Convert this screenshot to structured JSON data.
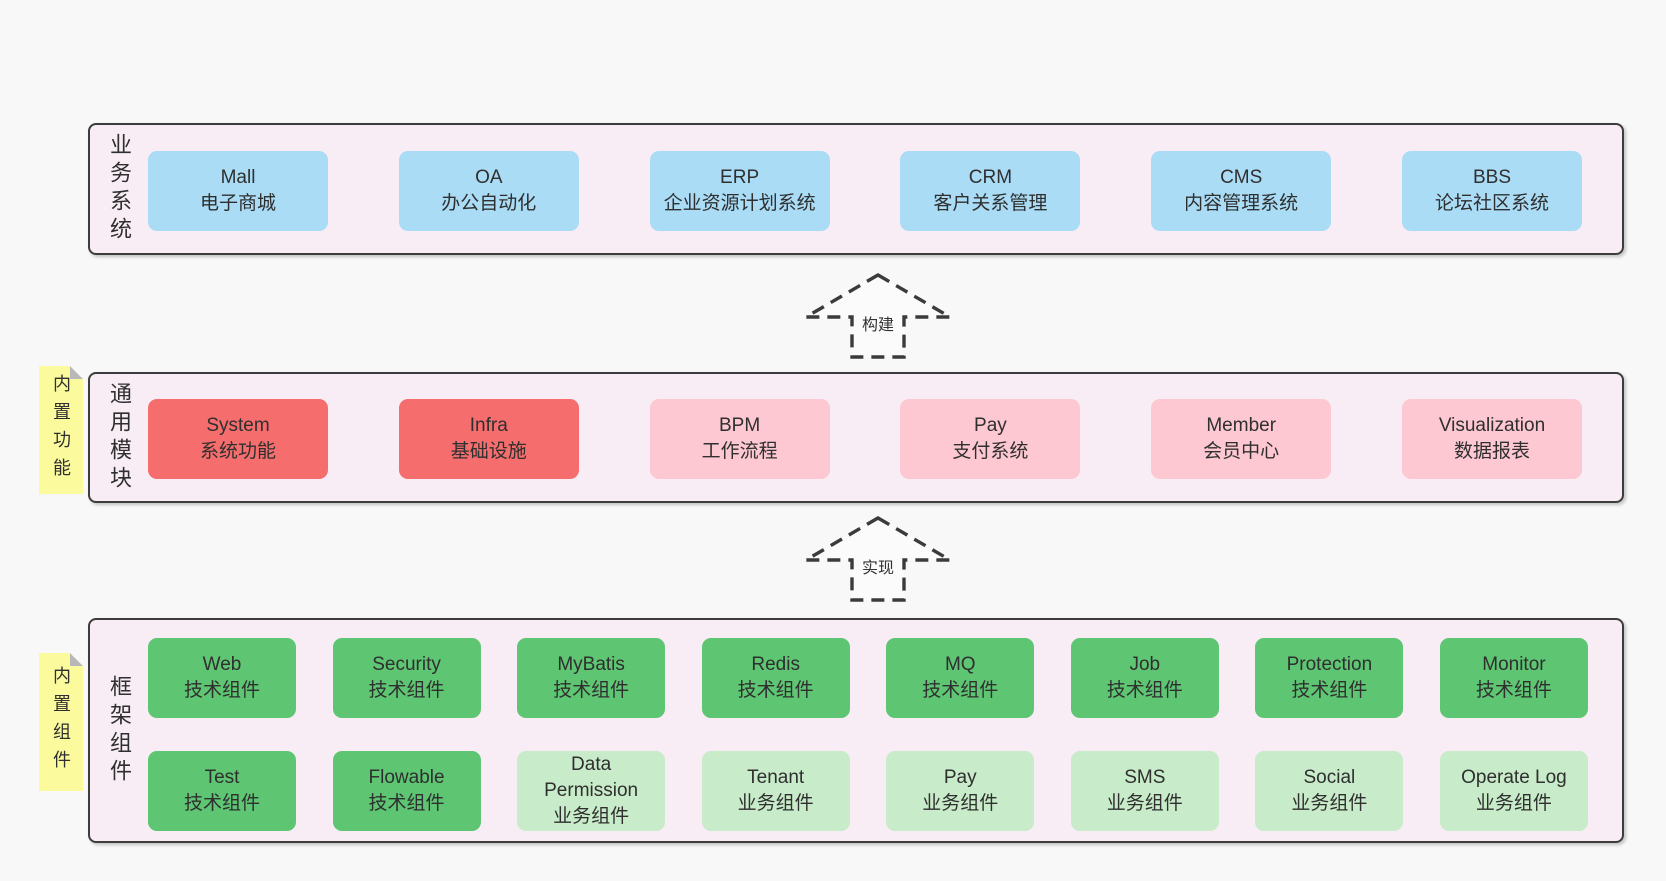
{
  "palette": {
    "page_background": "#f8f8f8",
    "panel_fill": "#f9edf5",
    "panel_border": "#3d3d3d",
    "blue_box": "#aadcf6",
    "red_box": "#f56d6d",
    "pink_box": "#fdc8d2",
    "green_box": "#5ec573",
    "green_light_box": "#c8ebc9",
    "sticky_yellow": "#fbfb9d",
    "sticky_fold_gray": "#b8b8b8",
    "text": "#2f2f2f"
  },
  "arrows": [
    {
      "label": "构建"
    },
    {
      "label": "实现"
    }
  ],
  "sections": {
    "business": {
      "label": "业务系统",
      "boxes": [
        {
          "title": "Mall",
          "subtitle": "电子商城"
        },
        {
          "title": "OA",
          "subtitle": "办公自动化"
        },
        {
          "title": "ERP",
          "subtitle": "企业资源计划系统"
        },
        {
          "title": "CRM",
          "subtitle": "客户关系管理"
        },
        {
          "title": "CMS",
          "subtitle": "内容管理系统"
        },
        {
          "title": "BBS",
          "subtitle": "论坛社区系统"
        }
      ]
    },
    "modules": {
      "label": "通用模块",
      "sticky": "内置功能",
      "boxes": [
        {
          "title": "System",
          "subtitle": "系统功能"
        },
        {
          "title": "Infra",
          "subtitle": "基础设施"
        },
        {
          "title": "BPM",
          "subtitle": "工作流程"
        },
        {
          "title": "Pay",
          "subtitle": "支付系统"
        },
        {
          "title": "Member",
          "subtitle": "会员中心"
        },
        {
          "title": "Visualization",
          "subtitle": "数据报表"
        }
      ]
    },
    "components": {
      "label": "框架组件",
      "sticky": "内置组件",
      "rows": [
        [
          {
            "title": "Web",
            "subtitle": "技术组件"
          },
          {
            "title": "Security",
            "subtitle": "技术组件"
          },
          {
            "title": "MyBatis",
            "subtitle": "技术组件"
          },
          {
            "title": "Redis",
            "subtitle": "技术组件"
          },
          {
            "title": "MQ",
            "subtitle": "技术组件"
          },
          {
            "title": "Job",
            "subtitle": "技术组件"
          },
          {
            "title": "Protection",
            "subtitle": "技术组件"
          },
          {
            "title": "Monitor",
            "subtitle": "技术组件"
          }
        ],
        [
          {
            "title": "Test",
            "subtitle": "技术组件"
          },
          {
            "title": "Flowable",
            "subtitle": "技术组件"
          },
          {
            "title": "Data Permission",
            "subtitle": "业务组件"
          },
          {
            "title": "Tenant",
            "subtitle": "业务组件"
          },
          {
            "title": "Pay",
            "subtitle": "业务组件"
          },
          {
            "title": "SMS",
            "subtitle": "业务组件"
          },
          {
            "title": "Social",
            "subtitle": "业务组件"
          },
          {
            "title": "Operate Log",
            "subtitle": "业务组件"
          }
        ]
      ]
    }
  }
}
